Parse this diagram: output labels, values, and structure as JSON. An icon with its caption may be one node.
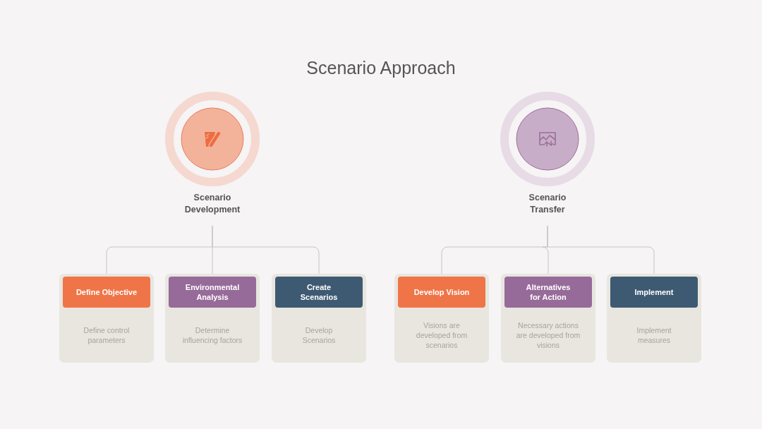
{
  "diagram": {
    "title": "Scenario Approach",
    "nodes": [
      {
        "text": [
          "Scenario Development"
        ]
      },
      {
        "text": [
          "Define control parameters"
        ]
      },
      {
        "text": [
          "Define Objective"
        ],
        "in": 1
      },
      {
        "text": [
          "Determine influencing factors"
        ]
      },
      {
        "text": [
          "Environmental Analysis"
        ],
        "in": 3
      },
      {
        "text": [
          "Develop Scenarios"
        ]
      },
      {
        "text": [
          "Create Scenarios"
        ],
        "in": 5
      },
      {
        "text": [
          "Scenario Transfer"
        ]
      },
      {
        "text": [
          "Visions are developed from scenarios"
        ]
      },
      {
        "text": [
          "Develop Vision"
        ],
        "in": 8
      },
      {
        "text": [
          "Necessary actions are developed from visions"
        ]
      },
      {
        "text": [
          "Alternatives for Action"
        ],
        "in": 10
      },
      {
        "text": [
          "Implement measures"
        ]
      },
      {
        "text": [
          "Implement"
        ],
        "in": 12
      }
    ],
    "edges": [
      {
        "from": 0,
        "to": 1,
        "arrow": "none"
      },
      {
        "from": 0,
        "to": 3,
        "arrow": "none"
      },
      {
        "from": 0,
        "to": 5,
        "arrow": "none"
      },
      {
        "from": 7,
        "to": 8,
        "arrow": "none"
      },
      {
        "from": 7,
        "to": 10,
        "arrow": "none"
      },
      {
        "from": 7,
        "to": 12,
        "arrow": "none"
      }
    ]
  }
}
